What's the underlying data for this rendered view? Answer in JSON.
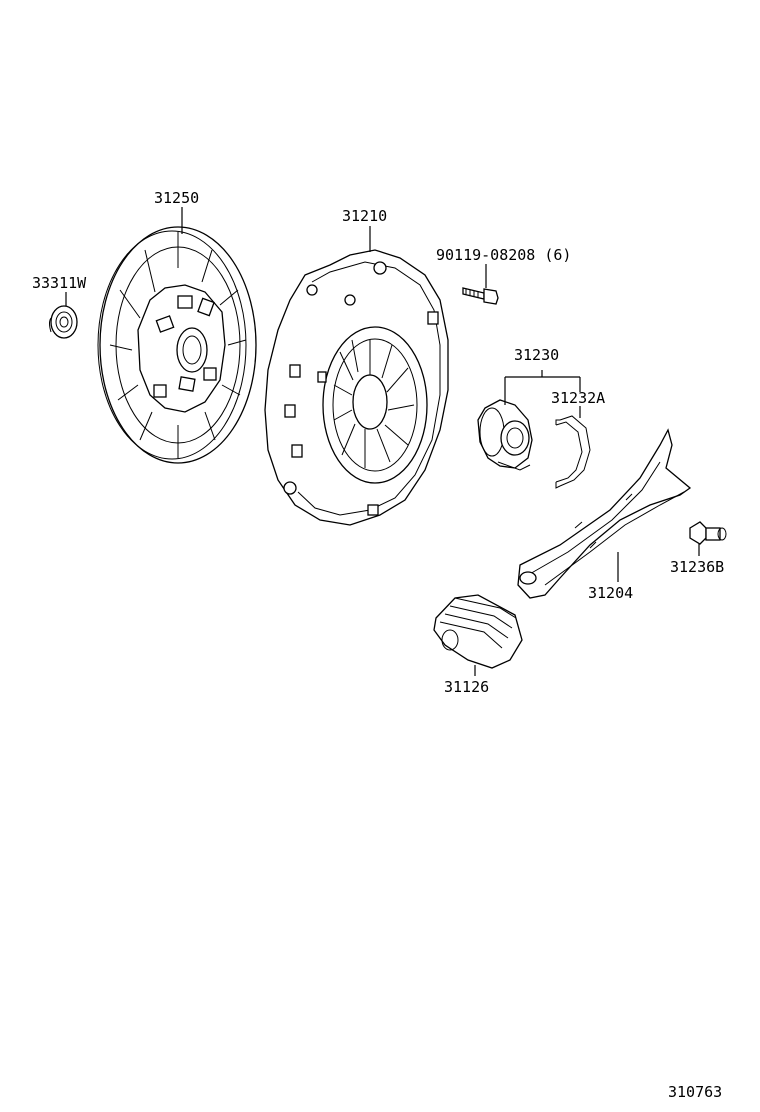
{
  "labels": {
    "clutch_disc": "31250",
    "pilot_bearing": "33311W",
    "clutch_cover": "31210",
    "cover_bolt": "90119-08208 (6)",
    "release_bearing_assy": "31230",
    "bearing_clip": "31232A",
    "release_fork": "31204",
    "fork_pivot_bolt": "31236B",
    "fork_boot": "31126",
    "diagram_id": "310763"
  }
}
